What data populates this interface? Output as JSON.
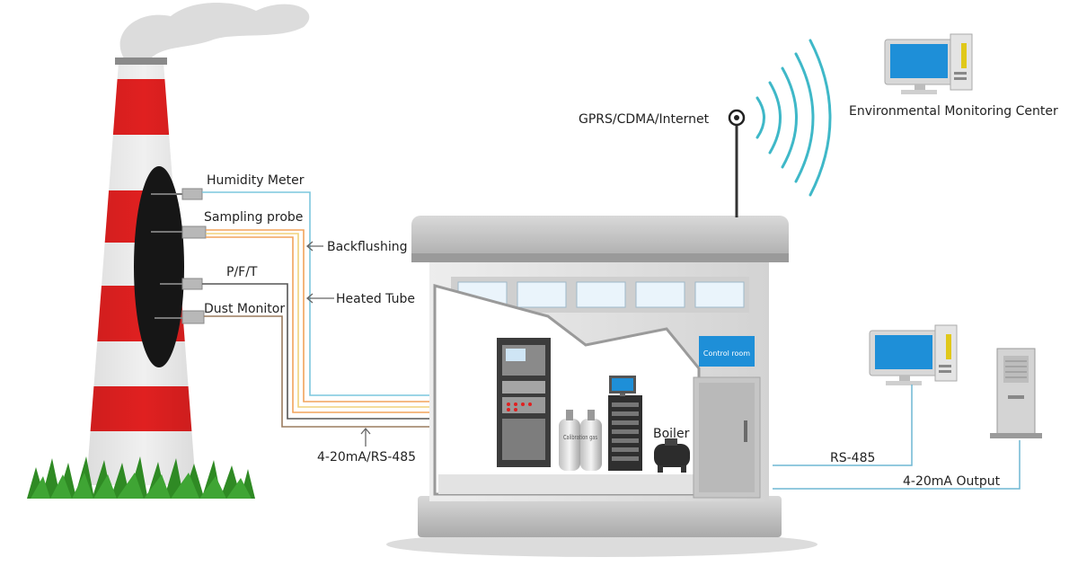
{
  "diagram": {
    "sensors": {
      "humidity_meter": "Humidity Meter",
      "sampling_probe": "Sampling probe",
      "pft": "P/F/T",
      "dust_monitor": "Dust Monitor"
    },
    "lines": {
      "backflushing": "Backflushing",
      "heated_tube": "Heated Tube",
      "signal": "4-20mA/RS-485"
    },
    "station": {
      "control_room": "Control room",
      "boiler": "Boiler",
      "calibration_gas": "Calibration gas"
    },
    "network": {
      "wireless": "GPRS/CDMA/Internet",
      "monitoring_center": "Environmental  Monitoring Center",
      "rs485": "RS-485",
      "analog_output": "4-20mA Output"
    },
    "colors": {
      "stack_red": "#e02020",
      "line_blue": "#7cc7dd",
      "line_orange": "#f2a35c",
      "line_yellow": "#f0d27a",
      "line_brown": "#9a7b5e",
      "screen_blue": "#1e8fd8"
    }
  }
}
